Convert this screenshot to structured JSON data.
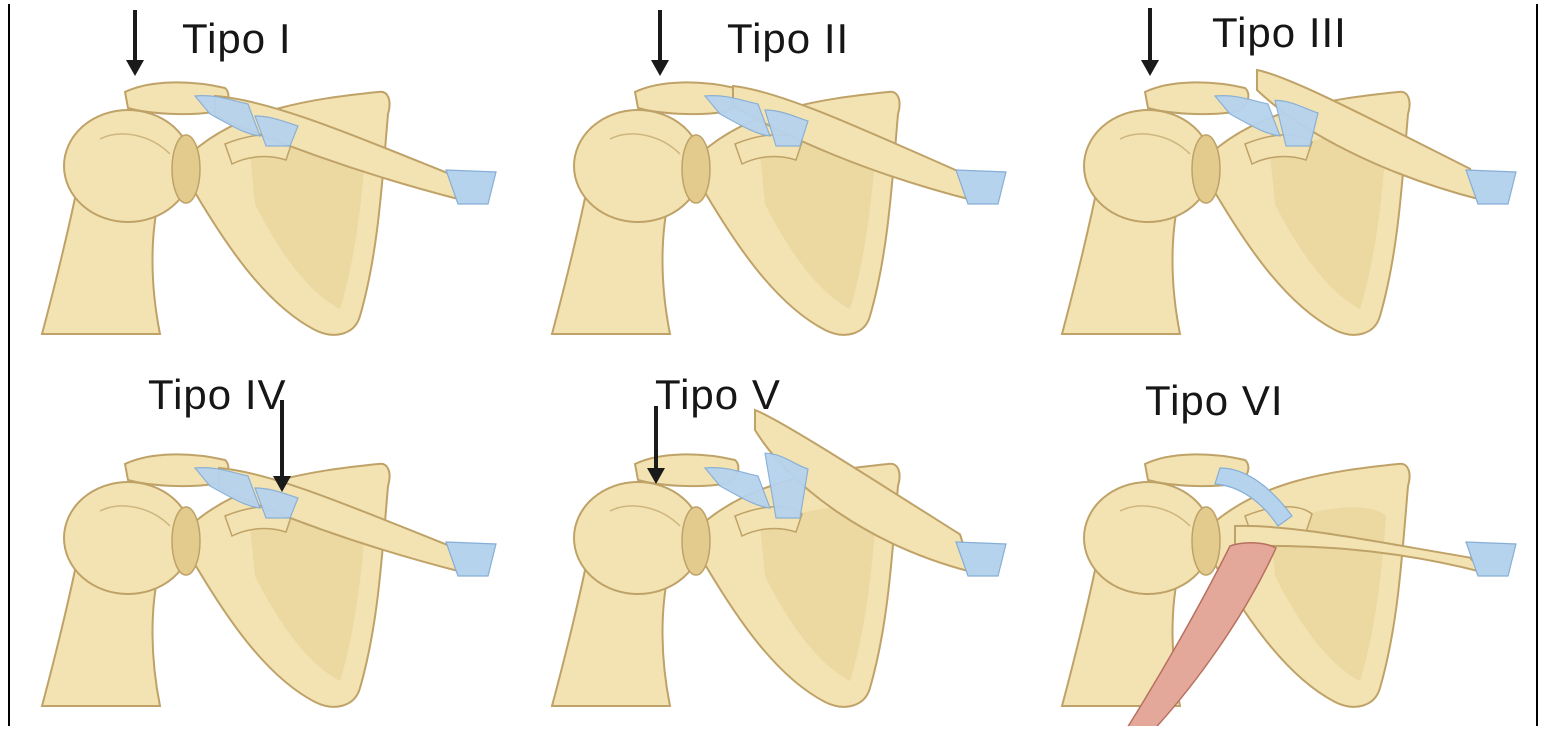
{
  "figure": {
    "palette": {
      "bone": "#f3e3b3",
      "bone_shade": "#e2cb8c",
      "bone_edge": "#bfa267",
      "ligament": "#b6d3ee",
      "ligament_edge": "#86aed6",
      "muscle": "#e4a89a",
      "muscle_edge": "#b8705f",
      "arrow": "#1a1a1a"
    },
    "panels": [
      {
        "label": "Tipo I",
        "variant": "I",
        "arrow": true
      },
      {
        "label": "Tipo II",
        "variant": "II",
        "arrow": true
      },
      {
        "label": "Tipo III",
        "variant": "III",
        "arrow": true
      },
      {
        "label": "Tipo IV",
        "variant": "IV",
        "arrow": true
      },
      {
        "label": "Tipo V",
        "variant": "V",
        "arrow": true
      },
      {
        "label": "Tipo VI",
        "variant": "VI",
        "arrow": false
      }
    ]
  }
}
